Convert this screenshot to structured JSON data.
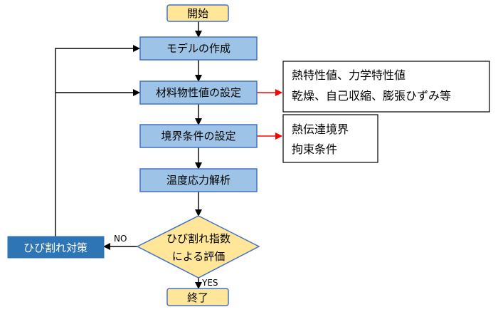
{
  "nodes": {
    "start": "開始",
    "model": "モデルの作成",
    "material": "材料物性値の設定",
    "boundary": "境界条件の設定",
    "analysis": "温度応力解析",
    "decision_line1": "ひび割れ指数",
    "decision_line2": "による評価",
    "end": "終了",
    "countermeasure": "ひび割れ対策"
  },
  "notes": {
    "material_line1": "熱特性値、力学特性値",
    "material_line2": "乾燥、自己収縮、膨張ひずみ等",
    "boundary_line1": "熱伝達境界",
    "boundary_line2": "拘束条件"
  },
  "edges": {
    "no_label": "NO",
    "yes_label": "YES"
  },
  "colors": {
    "terminal_fill": "#FFE699",
    "terminal_stroke": "#4472C4",
    "process_fill": "#9DC3E6",
    "process_stroke": "#4472C4",
    "decision_fill": "#FFE699",
    "decision_stroke": "#4472C4",
    "counter_fill": "#2E75B6",
    "arrow": "#000000",
    "red_arrow": "#FF0000"
  }
}
